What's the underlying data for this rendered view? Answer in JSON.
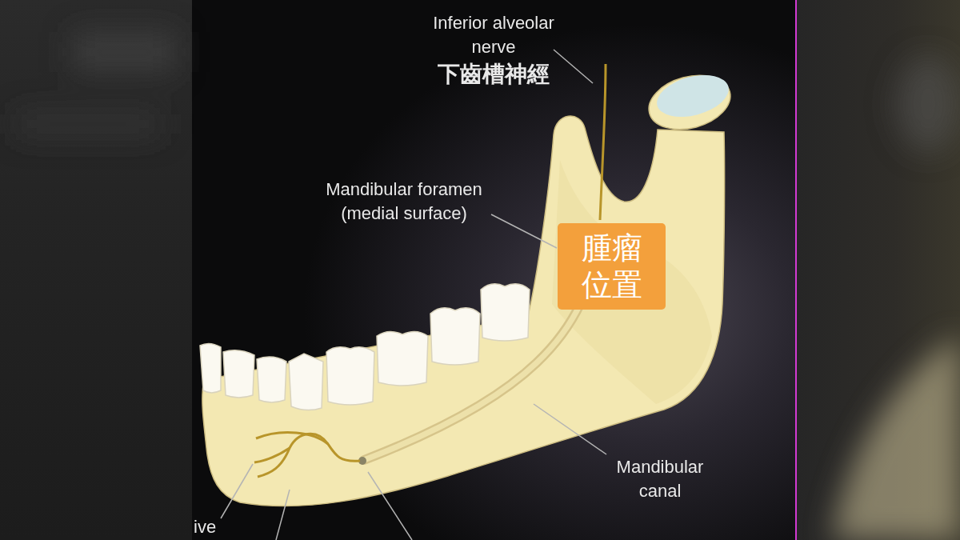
{
  "diagram": {
    "nodes": [
      {
        "text": [
          "腫瘤 位置"
        ]
      }
    ],
    "labels": [
      "Inferior alveolar nerve",
      "下齒槽神經",
      "Mandibular foramen (medial surface)",
      "Mandibular canal",
      "ive"
    ]
  }
}
